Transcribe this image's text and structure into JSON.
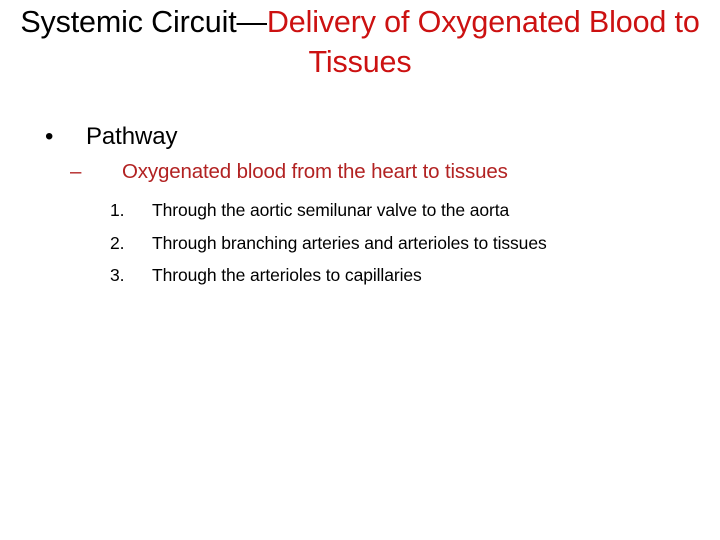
{
  "slide": {
    "title": {
      "segment_black": "Systemic Circuit—",
      "segment_red": "Delivery of Oxygenated Blood to Tissues",
      "color_black": "#000000",
      "color_red": "#CC1111"
    },
    "body": {
      "level1": {
        "marker": "•",
        "text": "Pathway",
        "color": "#000000"
      },
      "level2": {
        "marker": "–",
        "text": "Oxygenated blood from the heart to tissues",
        "color": "#B22222"
      },
      "level3": {
        "color": "#000000",
        "items": [
          {
            "marker": "1.",
            "text": "Through the aortic semilunar valve to the aorta"
          },
          {
            "marker": "2.",
            "text": "Through branching arteries and arterioles to tissues"
          },
          {
            "marker": "3.",
            "text": "Through the arterioles to capillaries"
          }
        ]
      }
    },
    "background": "#FFFFFF"
  }
}
